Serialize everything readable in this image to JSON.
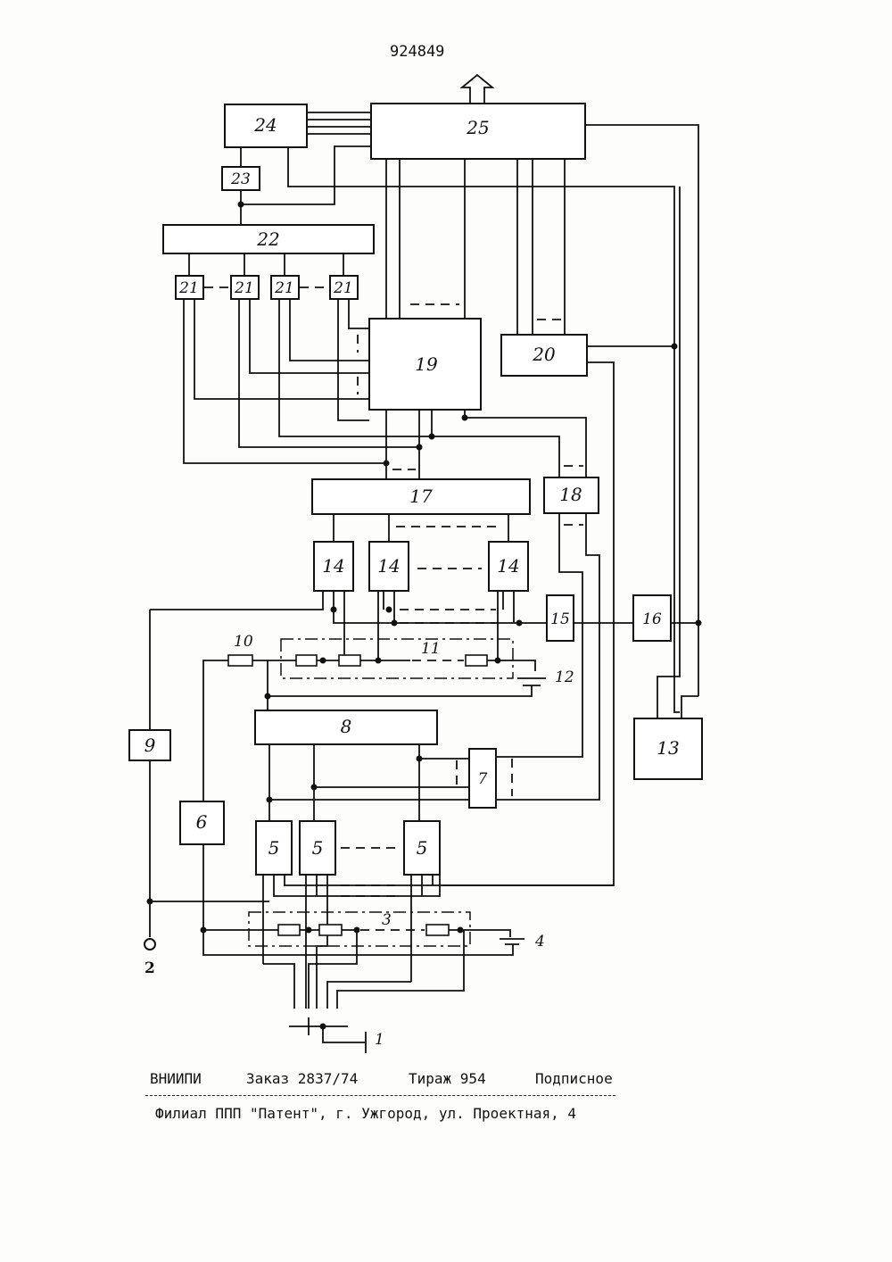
{
  "patent_number": "924849",
  "blocks": [
    {
      "id": "24",
      "label": "24"
    },
    {
      "id": "25",
      "label": "25"
    },
    {
      "id": "23",
      "label": "23"
    },
    {
      "id": "22",
      "label": "22"
    },
    {
      "id": "21a",
      "label": "21"
    },
    {
      "id": "21b",
      "label": "21"
    },
    {
      "id": "21c",
      "label": "21"
    },
    {
      "id": "21d",
      "label": "21"
    },
    {
      "id": "19",
      "label": "19"
    },
    {
      "id": "20",
      "label": "20"
    },
    {
      "id": "17",
      "label": "17"
    },
    {
      "id": "18",
      "label": "18"
    },
    {
      "id": "14a",
      "label": "14"
    },
    {
      "id": "14b",
      "label": "14"
    },
    {
      "id": "14c",
      "label": "14"
    },
    {
      "id": "15",
      "label": "15"
    },
    {
      "id": "16",
      "label": "16"
    },
    {
      "id": "13",
      "label": "13"
    },
    {
      "id": "9",
      "label": "9"
    },
    {
      "id": "8",
      "label": "8"
    },
    {
      "id": "7",
      "label": "7"
    },
    {
      "id": "6",
      "label": "6"
    },
    {
      "id": "5a",
      "label": "5"
    },
    {
      "id": "5b",
      "label": "5"
    },
    {
      "id": "5c",
      "label": "5"
    }
  ],
  "component_labels": {
    "resistor_10": "10",
    "divider_11": "11",
    "battery_12": "12",
    "divider_3": "3",
    "battery_4": "4",
    "terminal_2": "2",
    "ground_1": "1"
  },
  "footer": {
    "org": "ВНИИПИ",
    "order": "Заказ 2837/74",
    "circulation": "Тираж 954",
    "subscription": "Подписное",
    "address": "Филиал ППП \"Патент\", г. Ужгород, ул. Проектная, 4"
  }
}
